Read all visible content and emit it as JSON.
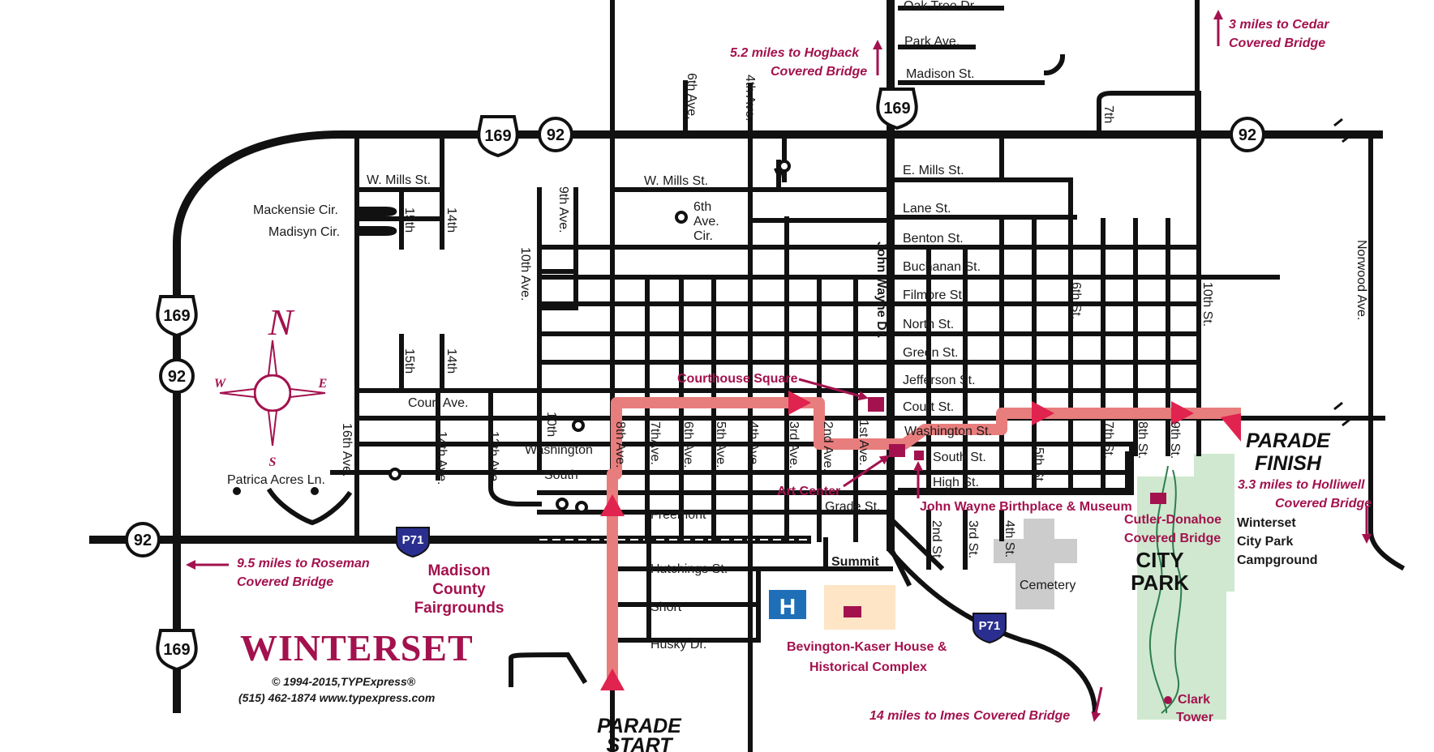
{
  "title": "WINTERSET",
  "copyright": "© 1994-2015,TYPExpress®",
  "contact": "(515) 462-1874  www.typexpress.com",
  "compass": {
    "n": "N",
    "s": "S",
    "e": "E",
    "w": "W"
  },
  "highways": {
    "us169": "169",
    "ia92": "92",
    "p71": "P71"
  },
  "streets": {
    "oak_tree": "Oak Tree Dr.",
    "park_ave": "Park Ave.",
    "madison_st": "Madison St.",
    "e_mills": "E. Mills St.",
    "lane": "Lane St.",
    "benton": "Benton St.",
    "buchanan": "Buchanan St.",
    "filmore": "Filmore St.",
    "north": "North St.",
    "green": "Green St.",
    "jefferson": "Jefferson St.",
    "court_st": "Court St.",
    "washington_st": "Washington St.",
    "south_st": "South St.",
    "high": "High St.",
    "grade": "Grade St.",
    "w_mills_a": "W. Mills St.",
    "w_mills_b": "W. Mills St.",
    "mackensie": "Mackensie Cir.",
    "madisyn": "Madisyn Cir.",
    "court_ave": "Court Ave.",
    "washington_w": "Washington",
    "south_w": "South",
    "freemont": "Freemont",
    "patrica": "Patrica Acres Ln.",
    "hutchings": "Hutchings St.",
    "short": "Short",
    "husky": "Husky Dr.",
    "summit": "Summit",
    "sixth_cir": [
      "6th",
      "Ave.",
      "Cir."
    ],
    "v_6th_top": "6th Ave.",
    "v_4th_top": "4th Ave.",
    "v_9th": "9th Ave.",
    "v_10th": "10th Ave.",
    "v_15th_a": "15th",
    "v_14th_a": "14th",
    "v_15th_b": "15th",
    "v_14th_b": "14th",
    "v_16th": "16th Ave.",
    "v_14th_ave": "14th Ave.",
    "v_12th_ave": "12th Ave.",
    "v_10th_w": "10th",
    "v_8th": "8th Ave.",
    "v_7th": "7thAve.",
    "v_6th": "6th Ave.",
    "v_5th": "5th Ave.",
    "v_4th": "4th Ave.",
    "v_3rd": "3rd Ave.",
    "v_2nd": "2nd Ave.",
    "v_1st": "1st Ave.",
    "v_jw": "John Wayne Dr.",
    "v_5th_st": "5th St.",
    "v_7th_st": "7th St.",
    "v_8th_st": "8th St.",
    "v_9th_st": "9th St.",
    "v_6th_st": "6th St.",
    "v_10th_st": "10th St.",
    "v_7th_top": "7th",
    "v_norwood": "Norwood Ave.",
    "v_2nd_st": "2nd St.",
    "v_3rd_st": "3rd St.",
    "v_4th_st": "4th St."
  },
  "poi": {
    "courthouse": "Courthouse Square",
    "art_center": "Art Center",
    "jw_birthplace": "John Wayne Birthplace & Museum",
    "bevington": [
      "Bevington-Kaser House &",
      "Historical Complex"
    ],
    "fairgrounds": [
      "Madison",
      "County",
      "Fairgrounds"
    ],
    "cutler": [
      "Cutler-Donahoe",
      "Covered Bridge"
    ],
    "city_park": [
      "CITY",
      "PARK"
    ],
    "campground": [
      "Winterset",
      "City Park",
      "Campground"
    ],
    "cemetery": "Cemetery",
    "clark": [
      "Clark",
      "Tower"
    ],
    "hospital": "H"
  },
  "directions": {
    "hogback": [
      "5.2 miles to Hogback",
      "Covered Bridge"
    ],
    "cedar": [
      "3 miles to Cedar",
      "Covered Bridge"
    ],
    "holliwell": [
      "3.3 miles to Holliwell",
      "Covered Bridge"
    ],
    "roseman": [
      "9.5 miles to Roseman",
      "Covered Bridge"
    ],
    "imes": "14 miles to Imes Covered Bridge"
  },
  "parade": {
    "start": [
      "PARADE",
      "START"
    ],
    "finish": [
      "PARADE",
      "FINISH"
    ]
  },
  "colors": {
    "maroon": "#a3124e",
    "route": "#e87d7d",
    "park": "#cfe8cf",
    "cemetery": "#cccccc",
    "historic": "#fde5c5",
    "hospital": "#1f6fb8",
    "p71": "#2a2f8f"
  }
}
